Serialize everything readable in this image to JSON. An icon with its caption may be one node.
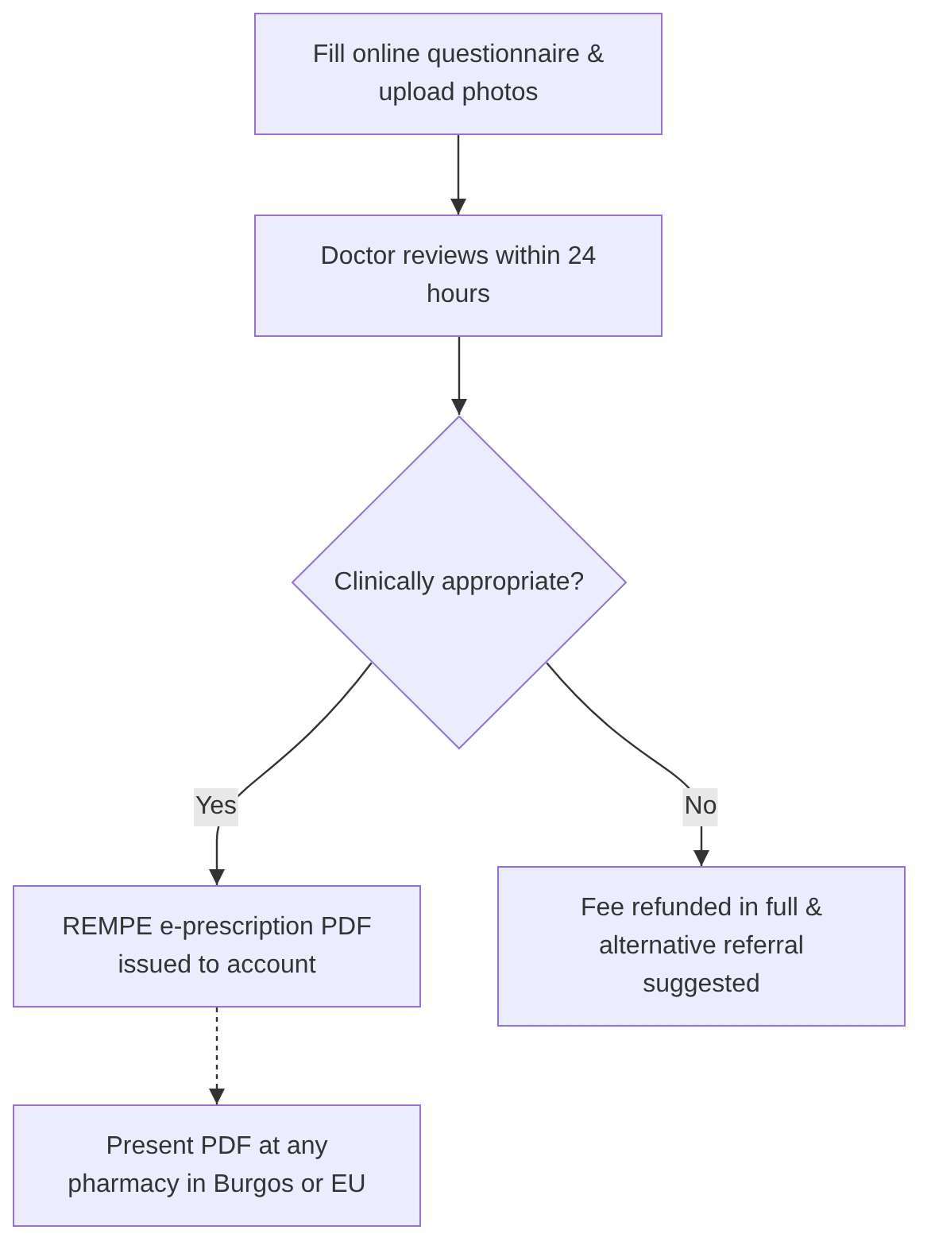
{
  "diagram": {
    "nodes": [
      {
        "text": [
          "Fill online questionnaire & upload photos"
        ]
      },
      {
        "text": [
          "Doctor reviews within 24 hours"
        ]
      },
      {
        "text": [
          "Clinically appropriate?"
        ]
      },
      {
        "text": [
          "REMPE e-prescription PDF issued to account"
        ]
      },
      {
        "text": [
          "Fee refunded in full & alternative referral suggested"
        ]
      },
      {
        "text": [
          "Present PDF at any pharmacy in Burgos or EU"
        ]
      }
    ],
    "edges": [
      {
        "from": 0,
        "to": 1,
        "arrow": "to"
      },
      {
        "from": 1,
        "to": 2,
        "arrow": "to"
      },
      {
        "from": 2,
        "to": 3,
        "arrow": "to",
        "label": "Yes"
      },
      {
        "from": 2,
        "to": 4,
        "arrow": "to",
        "label": "No"
      },
      {
        "from": 3,
        "to": 5,
        "arrow": "to",
        "style": "dashed"
      }
    ]
  }
}
